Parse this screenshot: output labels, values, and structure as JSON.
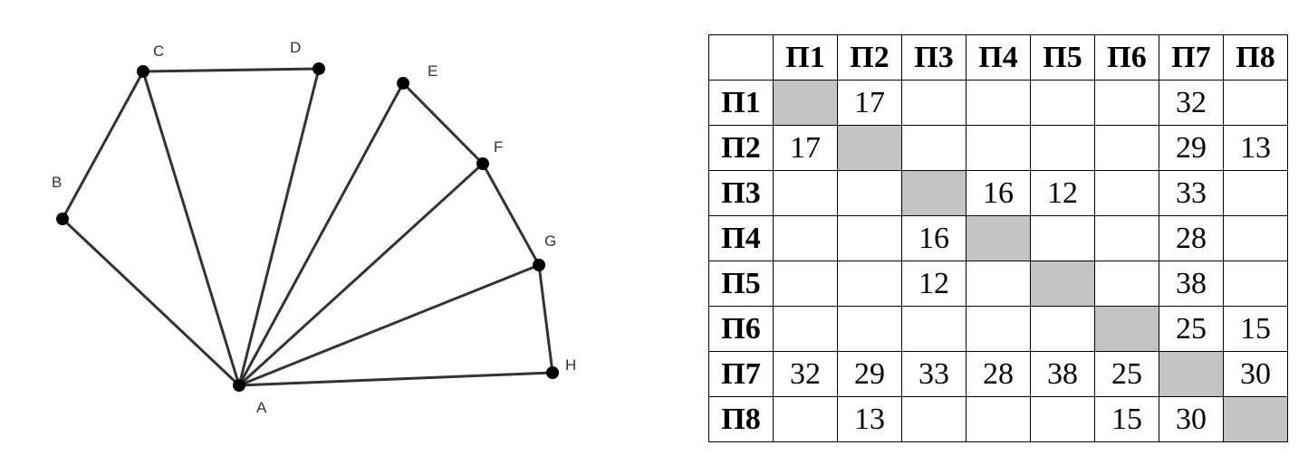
{
  "graph": {
    "nodes": [
      "A",
      "B",
      "C",
      "D",
      "E",
      "F",
      "G",
      "H"
    ],
    "edges": [
      [
        "B",
        "C"
      ],
      [
        "C",
        "D"
      ],
      [
        "C",
        "A"
      ],
      [
        "D",
        "A"
      ],
      [
        "B",
        "A"
      ],
      [
        "E",
        "F"
      ],
      [
        "E",
        "A"
      ],
      [
        "F",
        "A"
      ],
      [
        "F",
        "G"
      ],
      [
        "G",
        "A"
      ],
      [
        "G",
        "H"
      ],
      [
        "H",
        "A"
      ]
    ]
  },
  "table": {
    "headers": [
      "П1",
      "П2",
      "П3",
      "П4",
      "П5",
      "П6",
      "П7",
      "П8"
    ],
    "rows": [
      {
        "label": "П1",
        "cells": [
          "",
          "17",
          "",
          "",
          "",
          "",
          "32",
          ""
        ]
      },
      {
        "label": "П2",
        "cells": [
          "17",
          "",
          "",
          "",
          "",
          "",
          "29",
          "13"
        ]
      },
      {
        "label": "П3",
        "cells": [
          "",
          "",
          "",
          "16",
          "12",
          "",
          "33",
          ""
        ]
      },
      {
        "label": "П4",
        "cells": [
          "",
          "",
          "16",
          "",
          "",
          "",
          "28",
          ""
        ]
      },
      {
        "label": "П5",
        "cells": [
          "",
          "",
          "12",
          "",
          "",
          "",
          "38",
          ""
        ]
      },
      {
        "label": "П6",
        "cells": [
          "",
          "",
          "",
          "",
          "",
          "",
          "25",
          "15"
        ]
      },
      {
        "label": "П7",
        "cells": [
          "32",
          "29",
          "33",
          "28",
          "38",
          "25",
          "",
          "30"
        ]
      },
      {
        "label": "П8",
        "cells": [
          "",
          "13",
          "",
          "",
          "",
          "15",
          "30",
          ""
        ]
      }
    ]
  }
}
